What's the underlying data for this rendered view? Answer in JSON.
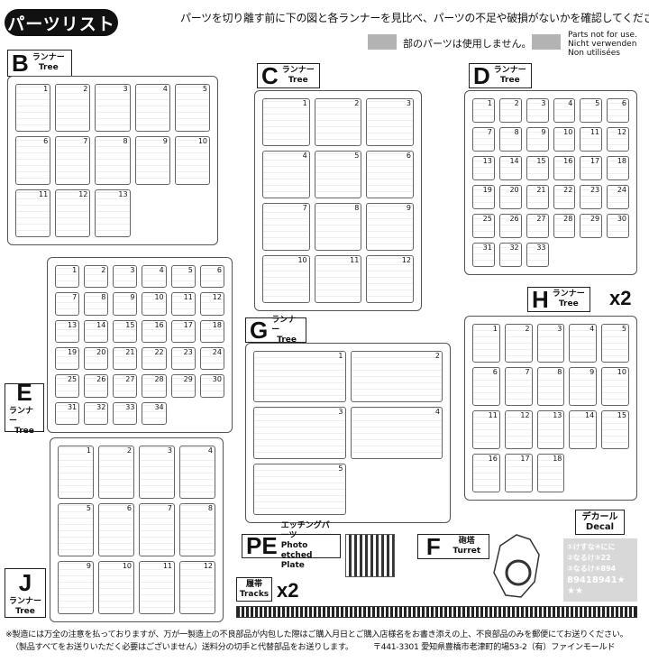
{
  "title": "パーツリスト",
  "instruction": "パーツを切り離す前に下の図と各ランナーを見比べ、パーツの不足や破損がないかを確認してください。",
  "legend": {
    "jp": "部のパーツは使用しません。",
    "en": "Parts not for use.",
    "de": "Nicht verwenden",
    "fr": "Non utilisées"
  },
  "runner_jp": "ランナー",
  "runner_en": "Tree",
  "trees": {
    "B": {
      "letter": "B",
      "parts": [
        "1",
        "2",
        "3",
        "4",
        "5",
        "6",
        "7",
        "8",
        "9",
        "10",
        "11",
        "12",
        "13"
      ]
    },
    "C": {
      "letter": "C",
      "parts": [
        "1",
        "2",
        "3",
        "4",
        "5",
        "6",
        "7",
        "8",
        "9",
        "10",
        "11",
        "12"
      ]
    },
    "D": {
      "letter": "D",
      "parts": [
        "1",
        "2",
        "3",
        "4",
        "5",
        "6",
        "7",
        "8",
        "9",
        "10",
        "11",
        "12",
        "13",
        "14",
        "15",
        "16",
        "17",
        "18",
        "19",
        "20",
        "21",
        "22",
        "23",
        "24",
        "25",
        "26",
        "27",
        "28",
        "29",
        "30",
        "31",
        "32",
        "33"
      ]
    },
    "E": {
      "letter": "E",
      "parts": [
        "1",
        "2",
        "3",
        "4",
        "5",
        "6",
        "7",
        "8",
        "9",
        "10",
        "11",
        "12",
        "13",
        "14",
        "15",
        "16",
        "17",
        "18",
        "19",
        "20",
        "21",
        "22",
        "23",
        "24",
        "25",
        "26",
        "27",
        "28",
        "29",
        "30",
        "31",
        "32",
        "33",
        "34"
      ]
    },
    "G": {
      "letter": "G",
      "parts": [
        "1",
        "2",
        "3",
        "4",
        "5"
      ]
    },
    "H": {
      "letter": "H",
      "count": "x2",
      "parts": [
        "1",
        "2",
        "3",
        "4",
        "5",
        "6",
        "7",
        "8",
        "9",
        "10",
        "11",
        "12",
        "13",
        "14",
        "15",
        "16",
        "17",
        "18"
      ]
    },
    "J": {
      "letter": "J",
      "parts": [
        "1",
        "2",
        "3",
        "4",
        "5",
        "6",
        "7",
        "8",
        "9",
        "10",
        "11",
        "12"
      ]
    }
  },
  "pe": {
    "letter": "PE",
    "jp": "エッチングパーツ",
    "en": "Photo etched Plate"
  },
  "turret": {
    "letter": "F",
    "jp": "砲塔",
    "en": "Turret"
  },
  "decal": {
    "jp": "デカール",
    "en": "Decal",
    "lines": [
      "①けすな④にに",
      "②なるけ⑤22",
      "③なるけ⑥894",
      "89418941★",
      "★★"
    ]
  },
  "tracks": {
    "jp": "履帯",
    "en": "Tracks",
    "count": "x2"
  },
  "footer": {
    "line1": "※製造には万全の注意を払っておりますが、万が一製造上の不良部品が内包した際はご購入月日とご購入店様名をお書き添えの上、不良部品のみを郵便にてお送りください。",
    "line2": "（製品すべてをお送りいただく必要はございません）送料分の切手と代替部品をお送りします。",
    "address": "〒441-3301 愛知県豊橋市老津町的場53-2（有）ファインモールド"
  }
}
